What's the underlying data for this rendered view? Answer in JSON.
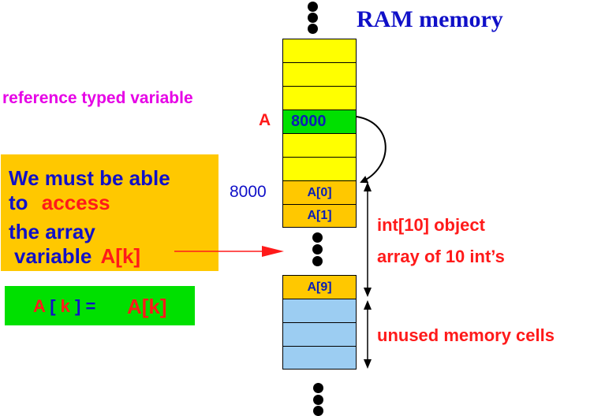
{
  "title": "RAM memory",
  "labels": {
    "reference_typed_variable": "reference typed variable",
    "var_name": "A",
    "address": "8000",
    "object_label": "int[10] object",
    "object_sublabel": "array of 10 int’s",
    "unused_label": "unused memory cells"
  },
  "cells": {
    "reference_value": "8000",
    "a0": "A[0]",
    "a1": "A[1]",
    "a9": "A[9]"
  },
  "note_box": {
    "line1": "We must be able",
    "line2_prefix": "to",
    "line2_highlight": "access",
    "line3": "the array",
    "line4_prefix": "variable",
    "line4_highlight": "A[k]"
  },
  "formula_box": {
    "part_a": "A",
    "bracket_open": "[",
    "k": "k",
    "bracket_close": "]",
    "equals": "=",
    "rhs": "A[k]"
  },
  "colors": {
    "title": "#1010c8",
    "label_red": "#ff1a1a",
    "label_magenta": "#e600e6",
    "label_blue": "#1010c8",
    "cell_yellow": "#ffff00",
    "cell_green": "#00e000",
    "cell_orange": "#ffc800",
    "cell_blue": "#9ccdf2"
  }
}
